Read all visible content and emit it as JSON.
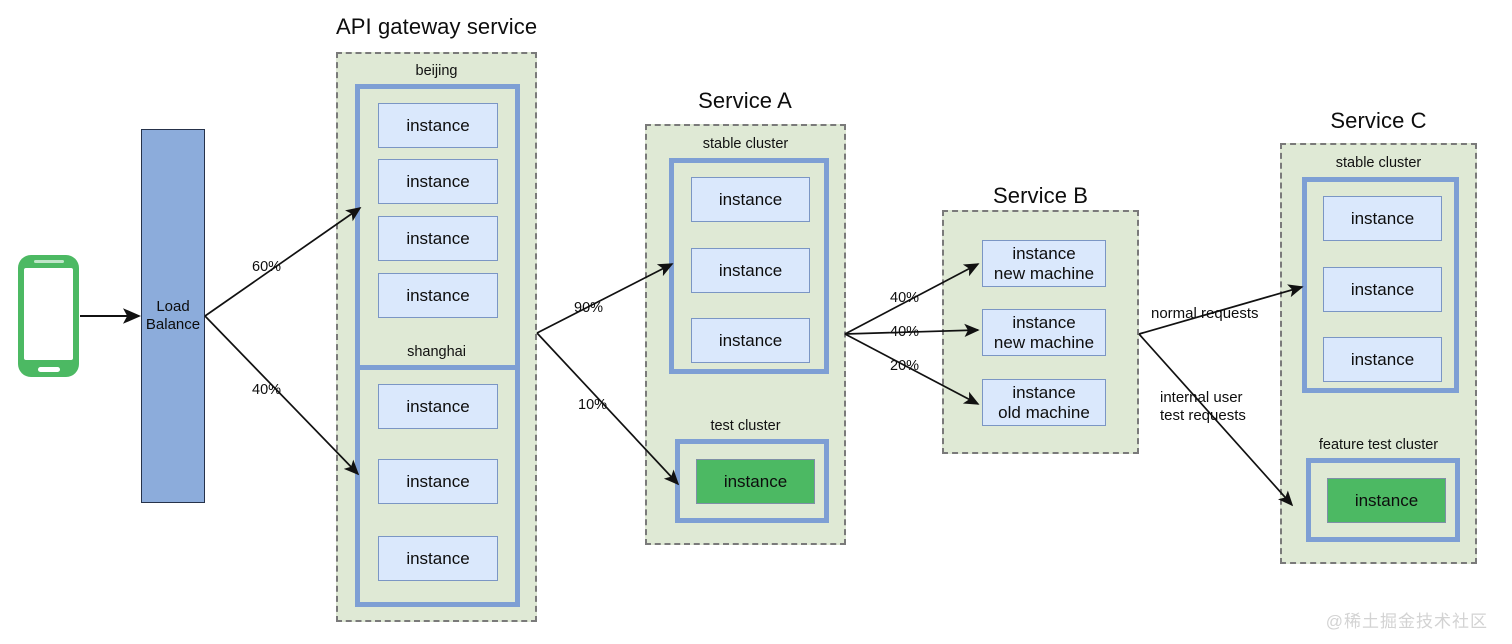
{
  "diagram": {
    "title_api_gateway": "API gateway service",
    "title_service_a": "Service A",
    "title_service_b": "Service B",
    "title_service_c": "Service C",
    "watermark": "@稀土掘金技术社区"
  },
  "client": {
    "icon": "mobile-phone-icon"
  },
  "load_balancer": {
    "line1": "Load",
    "line2": "Balance"
  },
  "api_gateway": {
    "regions": [
      {
        "label": "beijing",
        "instances": [
          {
            "line1": "instance"
          },
          {
            "line1": "instance"
          },
          {
            "line1": "instance"
          },
          {
            "line1": "instance"
          }
        ]
      },
      {
        "label": "shanghai",
        "instances": [
          {
            "line1": "instance"
          },
          {
            "line1": "instance"
          },
          {
            "line1": "instance"
          }
        ]
      }
    ]
  },
  "service_a": {
    "clusters": [
      {
        "label": "stable cluster",
        "instances": [
          {
            "line1": "instance",
            "variant": "blue"
          },
          {
            "line1": "instance",
            "variant": "blue"
          },
          {
            "line1": "instance",
            "variant": "blue"
          }
        ]
      },
      {
        "label": "test cluster",
        "instances": [
          {
            "line1": "instance",
            "variant": "green"
          }
        ]
      }
    ]
  },
  "service_b": {
    "instances": [
      {
        "line1": "instance",
        "line2": "new machine"
      },
      {
        "line1": "instance",
        "line2": "new machine"
      },
      {
        "line1": "instance",
        "line2": "old machine"
      }
    ]
  },
  "service_c": {
    "clusters": [
      {
        "label": "stable cluster",
        "instances": [
          {
            "line1": "instance",
            "variant": "blue"
          },
          {
            "line1": "instance",
            "variant": "blue"
          },
          {
            "line1": "instance",
            "variant": "blue"
          }
        ]
      },
      {
        "label": "feature test cluster",
        "instances": [
          {
            "line1": "instance",
            "variant": "green"
          }
        ]
      }
    ]
  },
  "edges": {
    "lb_to_beijing": "60%",
    "lb_to_shanghai": "40%",
    "gw_to_stable_a": "90%",
    "gw_to_test_a": "10%",
    "a_to_b1": "40%",
    "a_to_b2": "40%",
    "a_to_b3": "20%",
    "b_to_c_normal": "normal requests",
    "b_to_c_test_l1": "internal user",
    "b_to_c_test_l2": "test requests"
  },
  "colors": {
    "group_fill": "#dfe9d5",
    "group_border": "#7a7a7a",
    "cluster_border": "#7e9fd4",
    "instance_fill": "#dae8fc",
    "instance_border": "#7b96c4",
    "instance_green": "#4cb963",
    "lb_fill": "#8cacdb",
    "arrow": "#111111"
  }
}
